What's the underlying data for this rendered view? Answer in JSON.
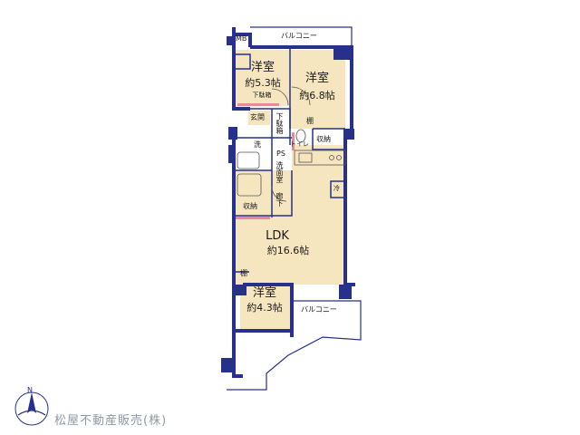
{
  "rooms": {
    "western_north": {
      "name": "洋室",
      "size": "約5.3帖",
      "closet": "下駄箱"
    },
    "western_east": {
      "name": "洋室",
      "size": "約6.8帖"
    },
    "ldk": {
      "name": "LDK",
      "size": "約16.6帖"
    },
    "western_south": {
      "name": "洋室",
      "size": "約4.3帖"
    }
  },
  "labels": {
    "mb": "MB",
    "balcony_top": "バルコニー",
    "balcony_bottom": "バルコニー",
    "genkan": "玄関",
    "shelf_top": "棚",
    "shelf_bottom": "棚",
    "storage_east": "収納",
    "storage_west": "収納",
    "toilet": "トイレ",
    "ps": "PS",
    "wash": "洗",
    "washroom": "洗面室",
    "corridor": "廊下",
    "shoe_closet_vertical": "下駄箱",
    "fridge": "冷"
  },
  "compass": {
    "north": "N"
  },
  "watermark": "松屋不動産販売(株)",
  "colors": {
    "wall": "#27318b",
    "floor_wood": "#f6e6bf",
    "floor_wet": "#ffffff",
    "accent_pink": "#e58b99"
  }
}
